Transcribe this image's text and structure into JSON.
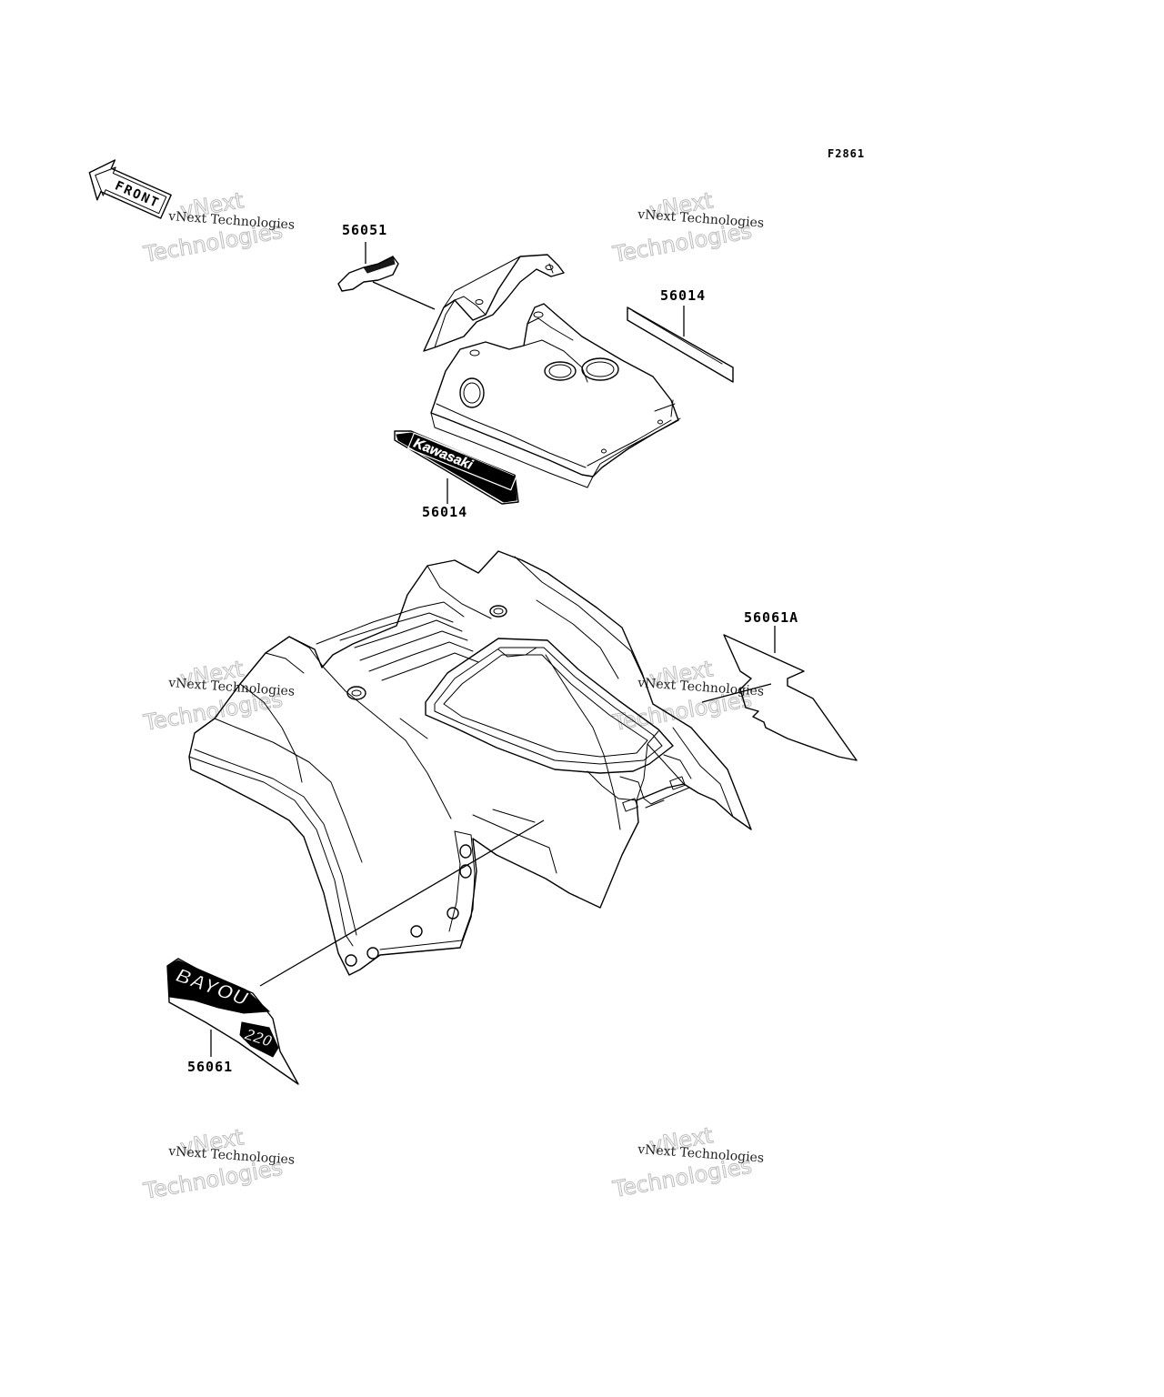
{
  "figure_code": "F2861",
  "front_arrow": {
    "label": "FRONT"
  },
  "parts": [
    {
      "id": "cover-decal",
      "number": "56051"
    },
    {
      "id": "side-stripe",
      "number": "56014"
    },
    {
      "id": "kawasaki-emblem",
      "number": "56014"
    },
    {
      "id": "right-fender-decal",
      "number": "56061A"
    },
    {
      "id": "left-fender-decal",
      "number": "56061"
    }
  ],
  "decal_text": {
    "emblem": "Kawasaki",
    "bayou": "BAYOU",
    "model": "220"
  },
  "watermark": {
    "line": "vNext Technologies",
    "big_top": "vNext",
    "big_bottom": "Technologies"
  }
}
